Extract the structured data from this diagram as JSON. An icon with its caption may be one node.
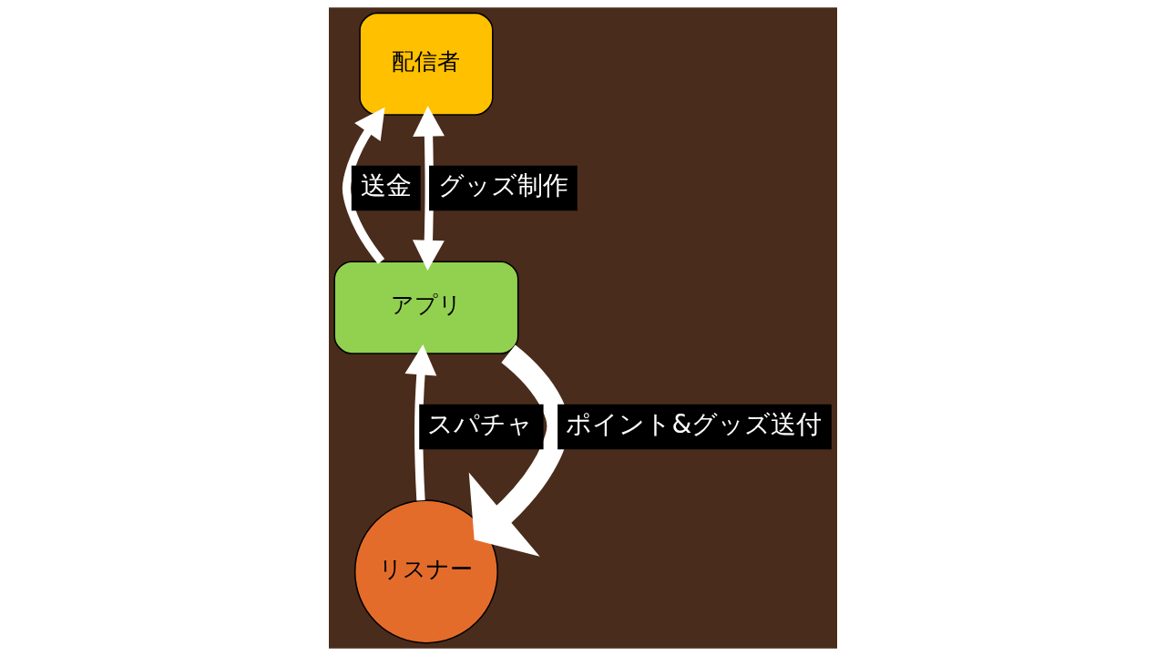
{
  "diagram": {
    "nodes": [
      {
        "text": [
          "配信者"
        ]
      },
      {
        "text": [
          "アプリ"
        ]
      },
      {
        "text": [
          "リスナー"
        ]
      }
    ],
    "edges": [
      {
        "from": 1,
        "to": 0,
        "arrow": "to",
        "label": "送金"
      },
      {
        "from": 1,
        "to": 0,
        "arrow": "both",
        "label": "グッズ制作"
      },
      {
        "from": 2,
        "to": 1,
        "arrow": "to",
        "label": "スパチャ"
      },
      {
        "from": 1,
        "to": 2,
        "arrow": "to",
        "label": "ポイント&グッズ送付",
        "style": "thick"
      }
    ]
  }
}
